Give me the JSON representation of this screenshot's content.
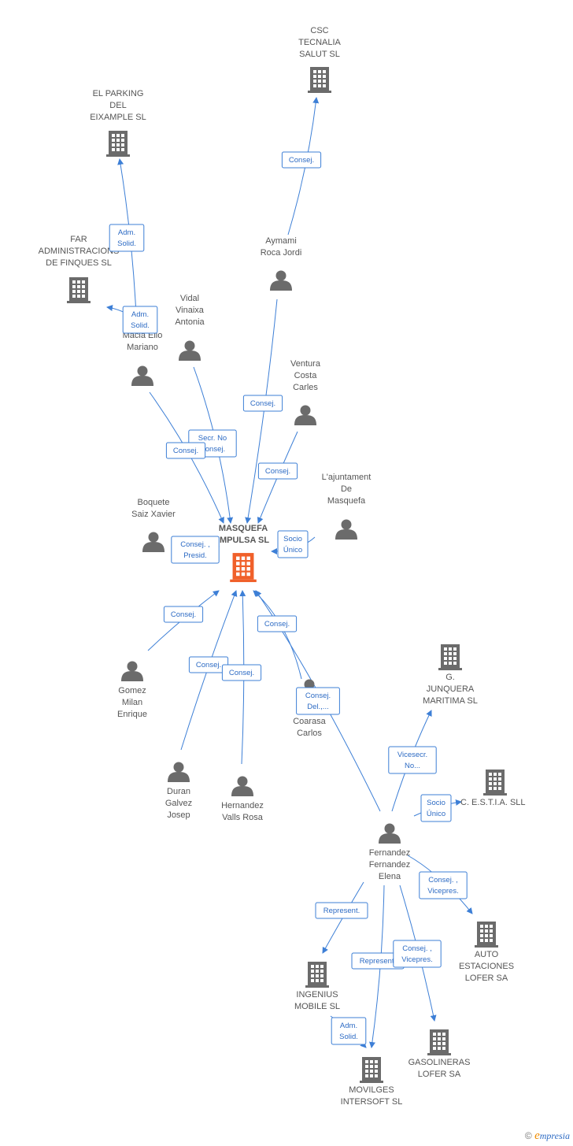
{
  "nodes": [
    {
      "id": "masquefa",
      "type": "company",
      "main": true,
      "lines": [
        "MASQUEFA",
        "IMPULSA SL"
      ]
    },
    {
      "id": "csc",
      "type": "company",
      "lines": [
        "CSC",
        "TECNALIA",
        "SALUT  SL"
      ]
    },
    {
      "id": "parking",
      "type": "company",
      "lines": [
        "EL PARKING",
        "DEL",
        "EIXAMPLE  SL"
      ]
    },
    {
      "id": "far",
      "type": "company",
      "lines": [
        "FAR",
        "ADMINISTRACIONS",
        "DE FINQUES SL"
      ]
    },
    {
      "id": "aymami",
      "type": "person",
      "lines": [
        "Aymami",
        "Roca Jordi"
      ]
    },
    {
      "id": "vidal",
      "type": "person",
      "lines": [
        "Vidal",
        "Vinaixa",
        "Antonia"
      ]
    },
    {
      "id": "ramon",
      "type": "person",
      "lines": [
        "R        z",
        "Macia Elio",
        "Mariano"
      ]
    },
    {
      "id": "ventura",
      "type": "person",
      "lines": [
        "Ventura",
        "Costa",
        "Carles"
      ]
    },
    {
      "id": "lajunt",
      "type": "person",
      "lines": [
        "L'ajuntament",
        "De",
        "Masquefa"
      ]
    },
    {
      "id": "boquete",
      "type": "person",
      "lines": [
        "Boquete",
        "Saiz Xavier"
      ]
    },
    {
      "id": "gomez",
      "type": "person",
      "lines": [
        "Gomez",
        "Milan",
        "Enrique"
      ]
    },
    {
      "id": "duran",
      "type": "person",
      "lines": [
        "Duran",
        "Galvez",
        "Josep"
      ]
    },
    {
      "id": "hernandez",
      "type": "person",
      "lines": [
        "Hernandez",
        "Valls Rosa"
      ]
    },
    {
      "id": "coarasa",
      "type": "person",
      "lines": [
        "M",
        "Coarasa",
        "Carlos"
      ]
    },
    {
      "id": "gjunquera",
      "type": "company",
      "lines": [
        "G.",
        "JUNQUERA",
        "MARITIMA SL"
      ]
    },
    {
      "id": "cestia",
      "type": "company",
      "lines": [
        "C. E.S.T.I.A. SLL"
      ]
    },
    {
      "id": "fernandez",
      "type": "person",
      "lines": [
        "Fernandez",
        "Fernandez",
        "Elena"
      ]
    },
    {
      "id": "autoest",
      "type": "company",
      "lines": [
        "AUTO",
        "ESTACIONES",
        "LOFER SA"
      ]
    },
    {
      "id": "ingenius",
      "type": "company",
      "lines": [
        "INGENIUS",
        "MOBILE SL"
      ]
    },
    {
      "id": "gasolineras",
      "type": "company",
      "lines": [
        "GASOLINERAS",
        "LOFER SA"
      ]
    },
    {
      "id": "movilges",
      "type": "company",
      "lines": [
        "MOVILGES",
        "INTERSOFT SL"
      ]
    }
  ],
  "edges": [
    {
      "from": "aymami",
      "to": "csc",
      "label": [
        "Consej."
      ]
    },
    {
      "from": "ramon",
      "to": "parking",
      "label": [
        "Adm.",
        "Solid."
      ]
    },
    {
      "from": "ramon",
      "to": "far",
      "label": [
        "Adm.",
        "Solid."
      ]
    },
    {
      "from": "aymami",
      "to": "masquefa",
      "label": [
        "Consej."
      ]
    },
    {
      "from": "vidal",
      "to": "masquefa",
      "label": [
        "Secr.  No",
        "Consej."
      ]
    },
    {
      "from": "ramon",
      "to": "masquefa",
      "label": [
        "Consej."
      ]
    },
    {
      "from": "ventura",
      "to": "masquefa",
      "label": [
        "Consej."
      ]
    },
    {
      "from": "lajunt",
      "to": "masquefa",
      "label": [
        "Socio",
        "Único"
      ]
    },
    {
      "from": "boquete",
      "to": "masquefa",
      "label": [
        "Consej. ,",
        "Presid."
      ]
    },
    {
      "from": "gomez",
      "to": "masquefa",
      "label": [
        "Consej."
      ]
    },
    {
      "from": "duran",
      "to": "masquefa",
      "label": [
        "Consej."
      ]
    },
    {
      "from": "hernandez",
      "to": "masquefa",
      "label": [
        "Consej."
      ]
    },
    {
      "from": "coarasa",
      "to": "masquefa",
      "label": [
        "Consej."
      ]
    },
    {
      "from": "fernandez",
      "to": "masquefa",
      "label": [
        "Consej.",
        "Del.,..."
      ]
    },
    {
      "from": "fernandez",
      "to": "gjunquera",
      "label": [
        "Vicesecr.",
        "No..."
      ]
    },
    {
      "from": "fernandez",
      "to": "cestia",
      "label": [
        "Socio",
        "Único"
      ]
    },
    {
      "from": "fernandez",
      "to": "autoest",
      "label": [
        "Consej. ,",
        "Vicepres."
      ]
    },
    {
      "from": "fernandez",
      "to": "ingenius",
      "label": [
        "Represent."
      ]
    },
    {
      "from": "fernandez",
      "to": "movilges",
      "label": [
        "Represent."
      ]
    },
    {
      "from": "fernandez",
      "to": "gasolineras",
      "label": [
        "Consej. ,",
        "Vicepres."
      ]
    },
    {
      "from": "ingenius",
      "to": "movilges",
      "label": [
        "Adm.",
        "Solid."
      ]
    }
  ],
  "footer": {
    "copyright": "©",
    "brand_initial": "e",
    "brand_rest": "mpresia"
  },
  "colors": {
    "edge": "#3d7fd6",
    "main_company": "#f0602a",
    "icon": "#6b6b6b",
    "label": "#555555"
  }
}
